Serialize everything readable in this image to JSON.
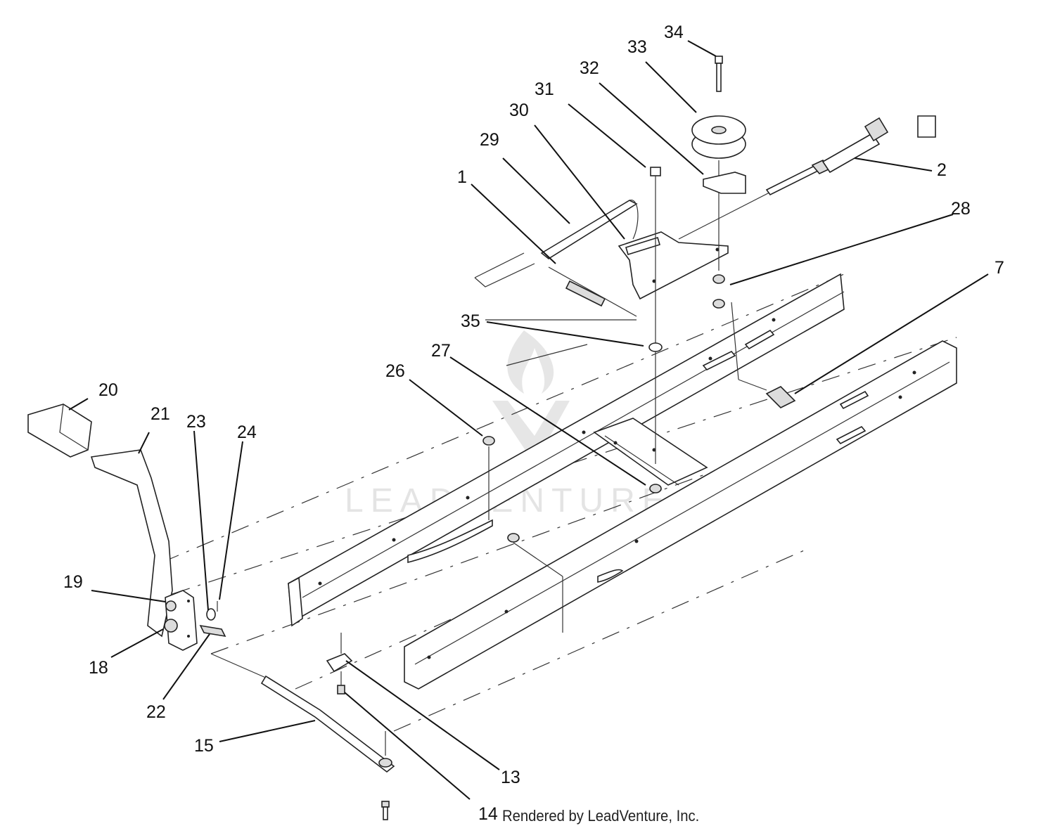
{
  "watermark": {
    "text": "LEADVENTURE",
    "color": "#e4e4e4"
  },
  "footer": {
    "text": "Rendered by LeadVenture, Inc."
  },
  "callouts": [
    {
      "id": "c34",
      "label": "34"
    },
    {
      "id": "c33",
      "label": "33"
    },
    {
      "id": "c32",
      "label": "32"
    },
    {
      "id": "c31",
      "label": "31"
    },
    {
      "id": "c30",
      "label": "30"
    },
    {
      "id": "c29",
      "label": "29"
    },
    {
      "id": "c1",
      "label": "1"
    },
    {
      "id": "c2",
      "label": "2"
    },
    {
      "id": "c28",
      "label": "28"
    },
    {
      "id": "c7",
      "label": "7"
    },
    {
      "id": "c35",
      "label": "35"
    },
    {
      "id": "c27",
      "label": "27"
    },
    {
      "id": "c26",
      "label": "26"
    },
    {
      "id": "c20",
      "label": "20"
    },
    {
      "id": "c21",
      "label": "21"
    },
    {
      "id": "c23",
      "label": "23"
    },
    {
      "id": "c24",
      "label": "24"
    },
    {
      "id": "c19",
      "label": "19"
    },
    {
      "id": "c18",
      "label": "18"
    },
    {
      "id": "c22",
      "label": "22"
    },
    {
      "id": "c15",
      "label": "15"
    },
    {
      "id": "c13",
      "label": "13"
    },
    {
      "id": "c14",
      "label": "14"
    }
  ]
}
